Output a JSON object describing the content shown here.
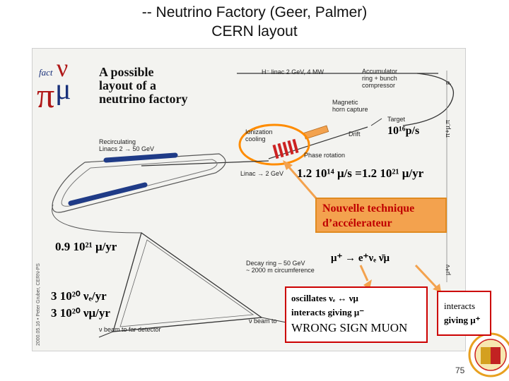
{
  "title": {
    "line1": "-- Neutrino Factory (Geer, Palmer)",
    "line2": "CERN layout"
  },
  "logo": {
    "word": "fact",
    "caption_l1": "A possible",
    "caption_l2": "layout of a",
    "caption_l3": "neutrino factory"
  },
  "labels": {
    "hminus_linac": "H⁻ linac 2 GeV, 4 MW",
    "accumulator_l1": "Accumulator",
    "accumulator_l2": "ring + bunch",
    "accumulator_l3": "compressor",
    "magnetic_l1": "Magnetic",
    "magnetic_l2": "horn capture",
    "target": "Target",
    "drift": "Drift",
    "ionization_l1": "Ionization",
    "ionization_l2": "cooling",
    "phase_rotation": "Phase rotation",
    "recirc_l1": "Recirculating",
    "recirc_l2": "Linacs 2 → 50 GeV",
    "linac2": "Linac → 2 GeV",
    "decay_l1": "Decay ring – 50 GeV",
    "decay_l2": "~ 2000 m circumference",
    "nu_far": "ν beam to far detector",
    "nu_near": "ν beam to",
    "side_p": "p",
    "side_pi": "π+μ,π",
    "side_mu": "μ+ν",
    "credit": "2000.05.16 • Peter Gruber, CERN-PS"
  },
  "annotations": {
    "proton_rate": "10¹⁶p/s",
    "muon_rate": "1.2 10¹⁴ μ/s =1.2 10²¹ μ/yr",
    "new_technique_l1": "Nouvelle technique",
    "new_technique_l2": "d’accélerateur",
    "ring_rate": "0.9 10²¹ μ/yr",
    "decay_eq": "μ⁺ → e⁺νₑ ν̄μ",
    "flux_e": "3 10²⁰ νₑ/yr",
    "flux_mu": "3 10²⁰ νμ/yr",
    "osc_l1": "oscillates νₑ ↔ νμ",
    "osc_l2": "interacts giving μ⁻",
    "osc_l3": "WRONG SIGN MUON",
    "int_l1": "interacts",
    "int_l2": "giving μ⁺"
  },
  "page_number": "75",
  "colors": {
    "orange": "#f3a24e",
    "red_box": "#cc0000",
    "highlight": "#ff8c00",
    "magnet_red": "#cc2222",
    "linac_blue": "#1f3b87"
  }
}
